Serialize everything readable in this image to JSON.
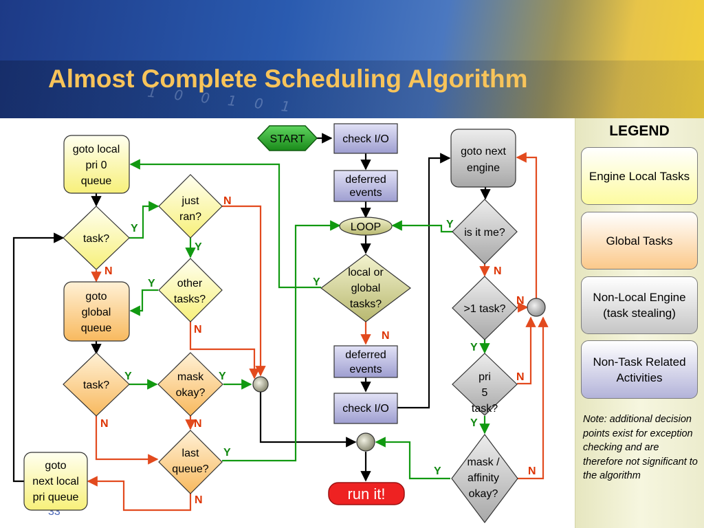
{
  "slide": {
    "title": "Almost Complete Scheduling Algorithm",
    "page_number": "33"
  },
  "legend": {
    "title": "LEGEND",
    "items": [
      {
        "label": "Engine Local Tasks",
        "color": "#fdfba0"
      },
      {
        "label": "Global Tasks",
        "color": "#fbc98a"
      },
      {
        "label": "Non-Local Engine (task stealing)",
        "color": "#c5c5c5"
      },
      {
        "label": "Non-Task Related Activities",
        "color": "#b3b3d9"
      }
    ],
    "note": "Note: additional decision points exist for exception checking and are therefore not significant to the algorithm"
  },
  "colors": {
    "yes_arrow": "#119911",
    "no_arrow": "#e24a1e",
    "plain_arrow": "#000000",
    "label_yes": "#118811",
    "label_no": "#dd3300",
    "run_it_fill": "#ee2222"
  },
  "flowchart": {
    "nodes": {
      "start": "START",
      "check_io_top": "check I/O",
      "deferred_events_top": "deferred events",
      "loop": "LOOP",
      "local_or_global": "local or global tasks?",
      "deferred_events_bottom": "deferred events",
      "check_io_bottom": "check I/O",
      "run_it": "run it!",
      "goto_local_pri0": "goto local pri 0 queue",
      "task_local": "task?",
      "just_ran": "just ran?",
      "other_tasks": "other tasks?",
      "goto_global": "goto global queue",
      "task_global": "task?",
      "mask_okay": "mask okay?",
      "last_queue": "last queue?",
      "goto_next_local": "goto next local pri queue",
      "goto_next_engine": "goto next engine",
      "is_it_me": "is it me?",
      "more_than_one": ">1 task?",
      "pri5": "pri 5 task?",
      "mask_affinity": "mask / affinity okay?"
    },
    "edge_labels": {
      "yes": "Y",
      "no": "N"
    }
  }
}
